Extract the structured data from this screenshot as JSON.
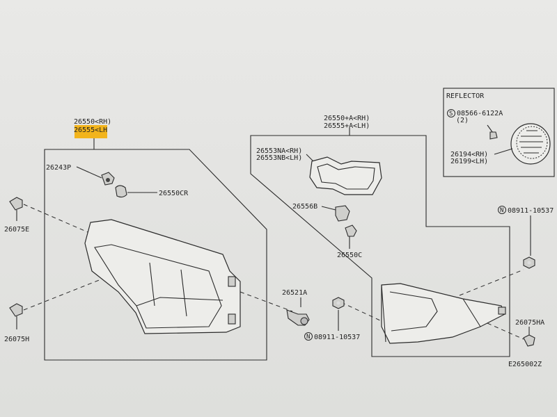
{
  "labels": {
    "main_part_rh": "26550<RH)",
    "main_part_lh": "26555<LH",
    "inner_part_rh": "26550+A<RH)",
    "inner_part_lh": "26555+A<LH)",
    "socket": "26243P",
    "bulb_left": "26550CR",
    "clip_left_top": "26075E",
    "clip_left_bottom": "26075H",
    "bolt": "26521A",
    "nut_center": "08911-10537",
    "gasket_rh": "26553NA<RH)",
    "gasket_lh": "26553NB<LH)",
    "socket_inner": "26556B",
    "bulb_inner": "26550C",
    "nut_right": "08911-10537",
    "clip_right": "26075HA",
    "reflector_title": "REFLECTOR",
    "screw": "08566-6122A",
    "screw_qty": "(2)",
    "reflector_rh": "26194<RH)",
    "reflector_lh": "26199<LH)",
    "diagram_code": "E265002Z",
    "n_symbol": "N",
    "s_symbol": "S"
  },
  "colors": {
    "highlight": "#f2b41c",
    "ink": "#2a2a2a",
    "paper": "#e9e9e7"
  }
}
